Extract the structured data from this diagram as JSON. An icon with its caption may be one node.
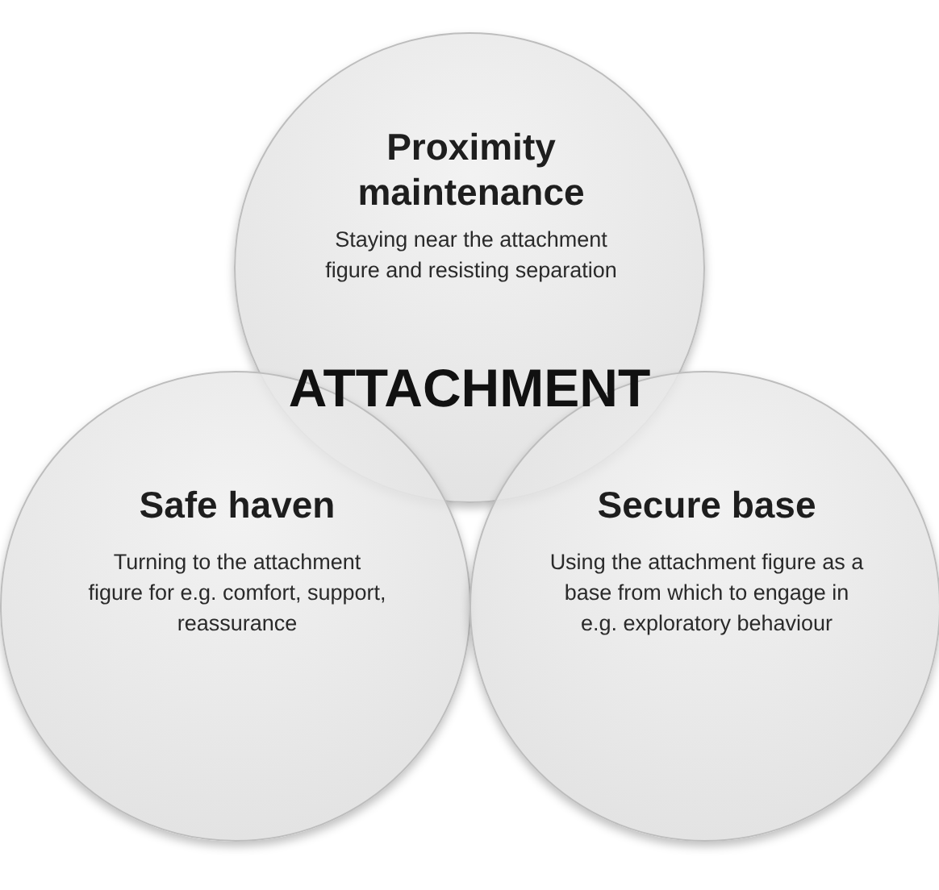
{
  "diagram": {
    "nodes": [
      {
        "text": [
          "Proximity maintenance",
          "Staying near the attachment figure and resisting separation"
        ]
      },
      {
        "text": [
          "Safe haven",
          "Turning to the attachment figure for e.g. comfort, support, reassurance"
        ]
      },
      {
        "text": [
          "Secure base",
          "Using the attachment figure as a base from which to engage in e.g. exploratory behaviour"
        ]
      }
    ],
    "labels": [
      "ATTACHMENT"
    ]
  }
}
